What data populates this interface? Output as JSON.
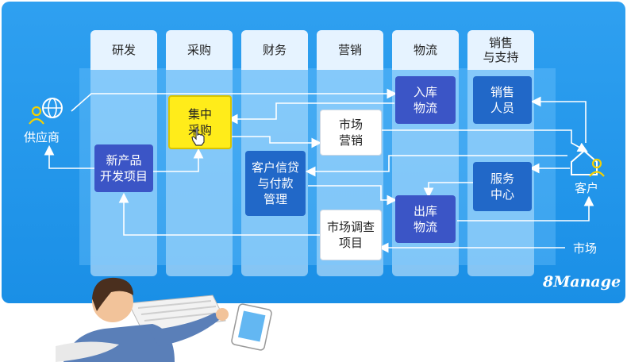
{
  "columns": [
    "研发",
    "采购",
    "财务",
    "营销",
    "物流",
    "销售\n与支持"
  ],
  "nodes": {
    "new_product": "新产品\n开发项目",
    "central_purchase": "集中\n采购",
    "customer_credit": "客户信贷\n与付款\n管理",
    "market_marketing": "市场\n营销",
    "market_research": "市场调查\n项目",
    "inbound_logistics": "入库\n物流",
    "outbound_logistics": "出库\n物流",
    "sales_staff": "销售\n人员",
    "service_center": "服务\n中心"
  },
  "actors": {
    "supplier": "供应商",
    "customer": "客户",
    "market": "市场"
  },
  "brand": "8Manage"
}
